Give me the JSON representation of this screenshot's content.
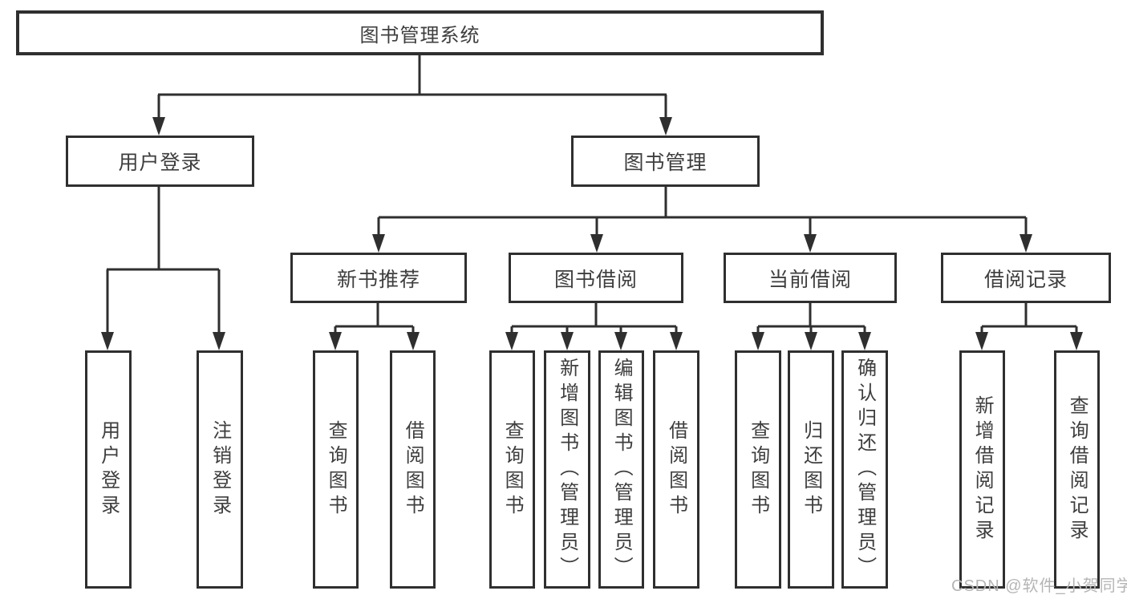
{
  "system": {
    "root_label": "图书管理系统",
    "user_login": {
      "label": "用户登录",
      "children": {
        "login": "用户登录",
        "logout": "注销登录"
      }
    },
    "book_mgmt": {
      "label": "图书管理",
      "children": {
        "new_books": {
          "label": "新书推荐",
          "children": {
            "query": "查询图书",
            "borrow": "借阅图书"
          }
        },
        "book_borrow": {
          "label": "图书借阅",
          "children": {
            "query": "查询图书",
            "add": "新增图书（管理员）",
            "edit": "编辑图书（管理员）",
            "borrow": "借阅图书"
          }
        },
        "current_borrow": {
          "label": "当前借阅",
          "children": {
            "query": "查询图书",
            "return": "归还图书",
            "confirm": "确认归还（管理员）"
          }
        },
        "borrow_records": {
          "label": "借阅记录",
          "children": {
            "add": "新增借阅记录",
            "query": "查询借阅记录"
          }
        }
      }
    }
  },
  "watermark": "CSDN @软件_小贺同学",
  "colors": {
    "line": "#2f2f2f",
    "box_border": "#2f2f2f",
    "text": "#3e3e3e",
    "watermark": "#b5b5b5",
    "background": "#ffffff"
  }
}
